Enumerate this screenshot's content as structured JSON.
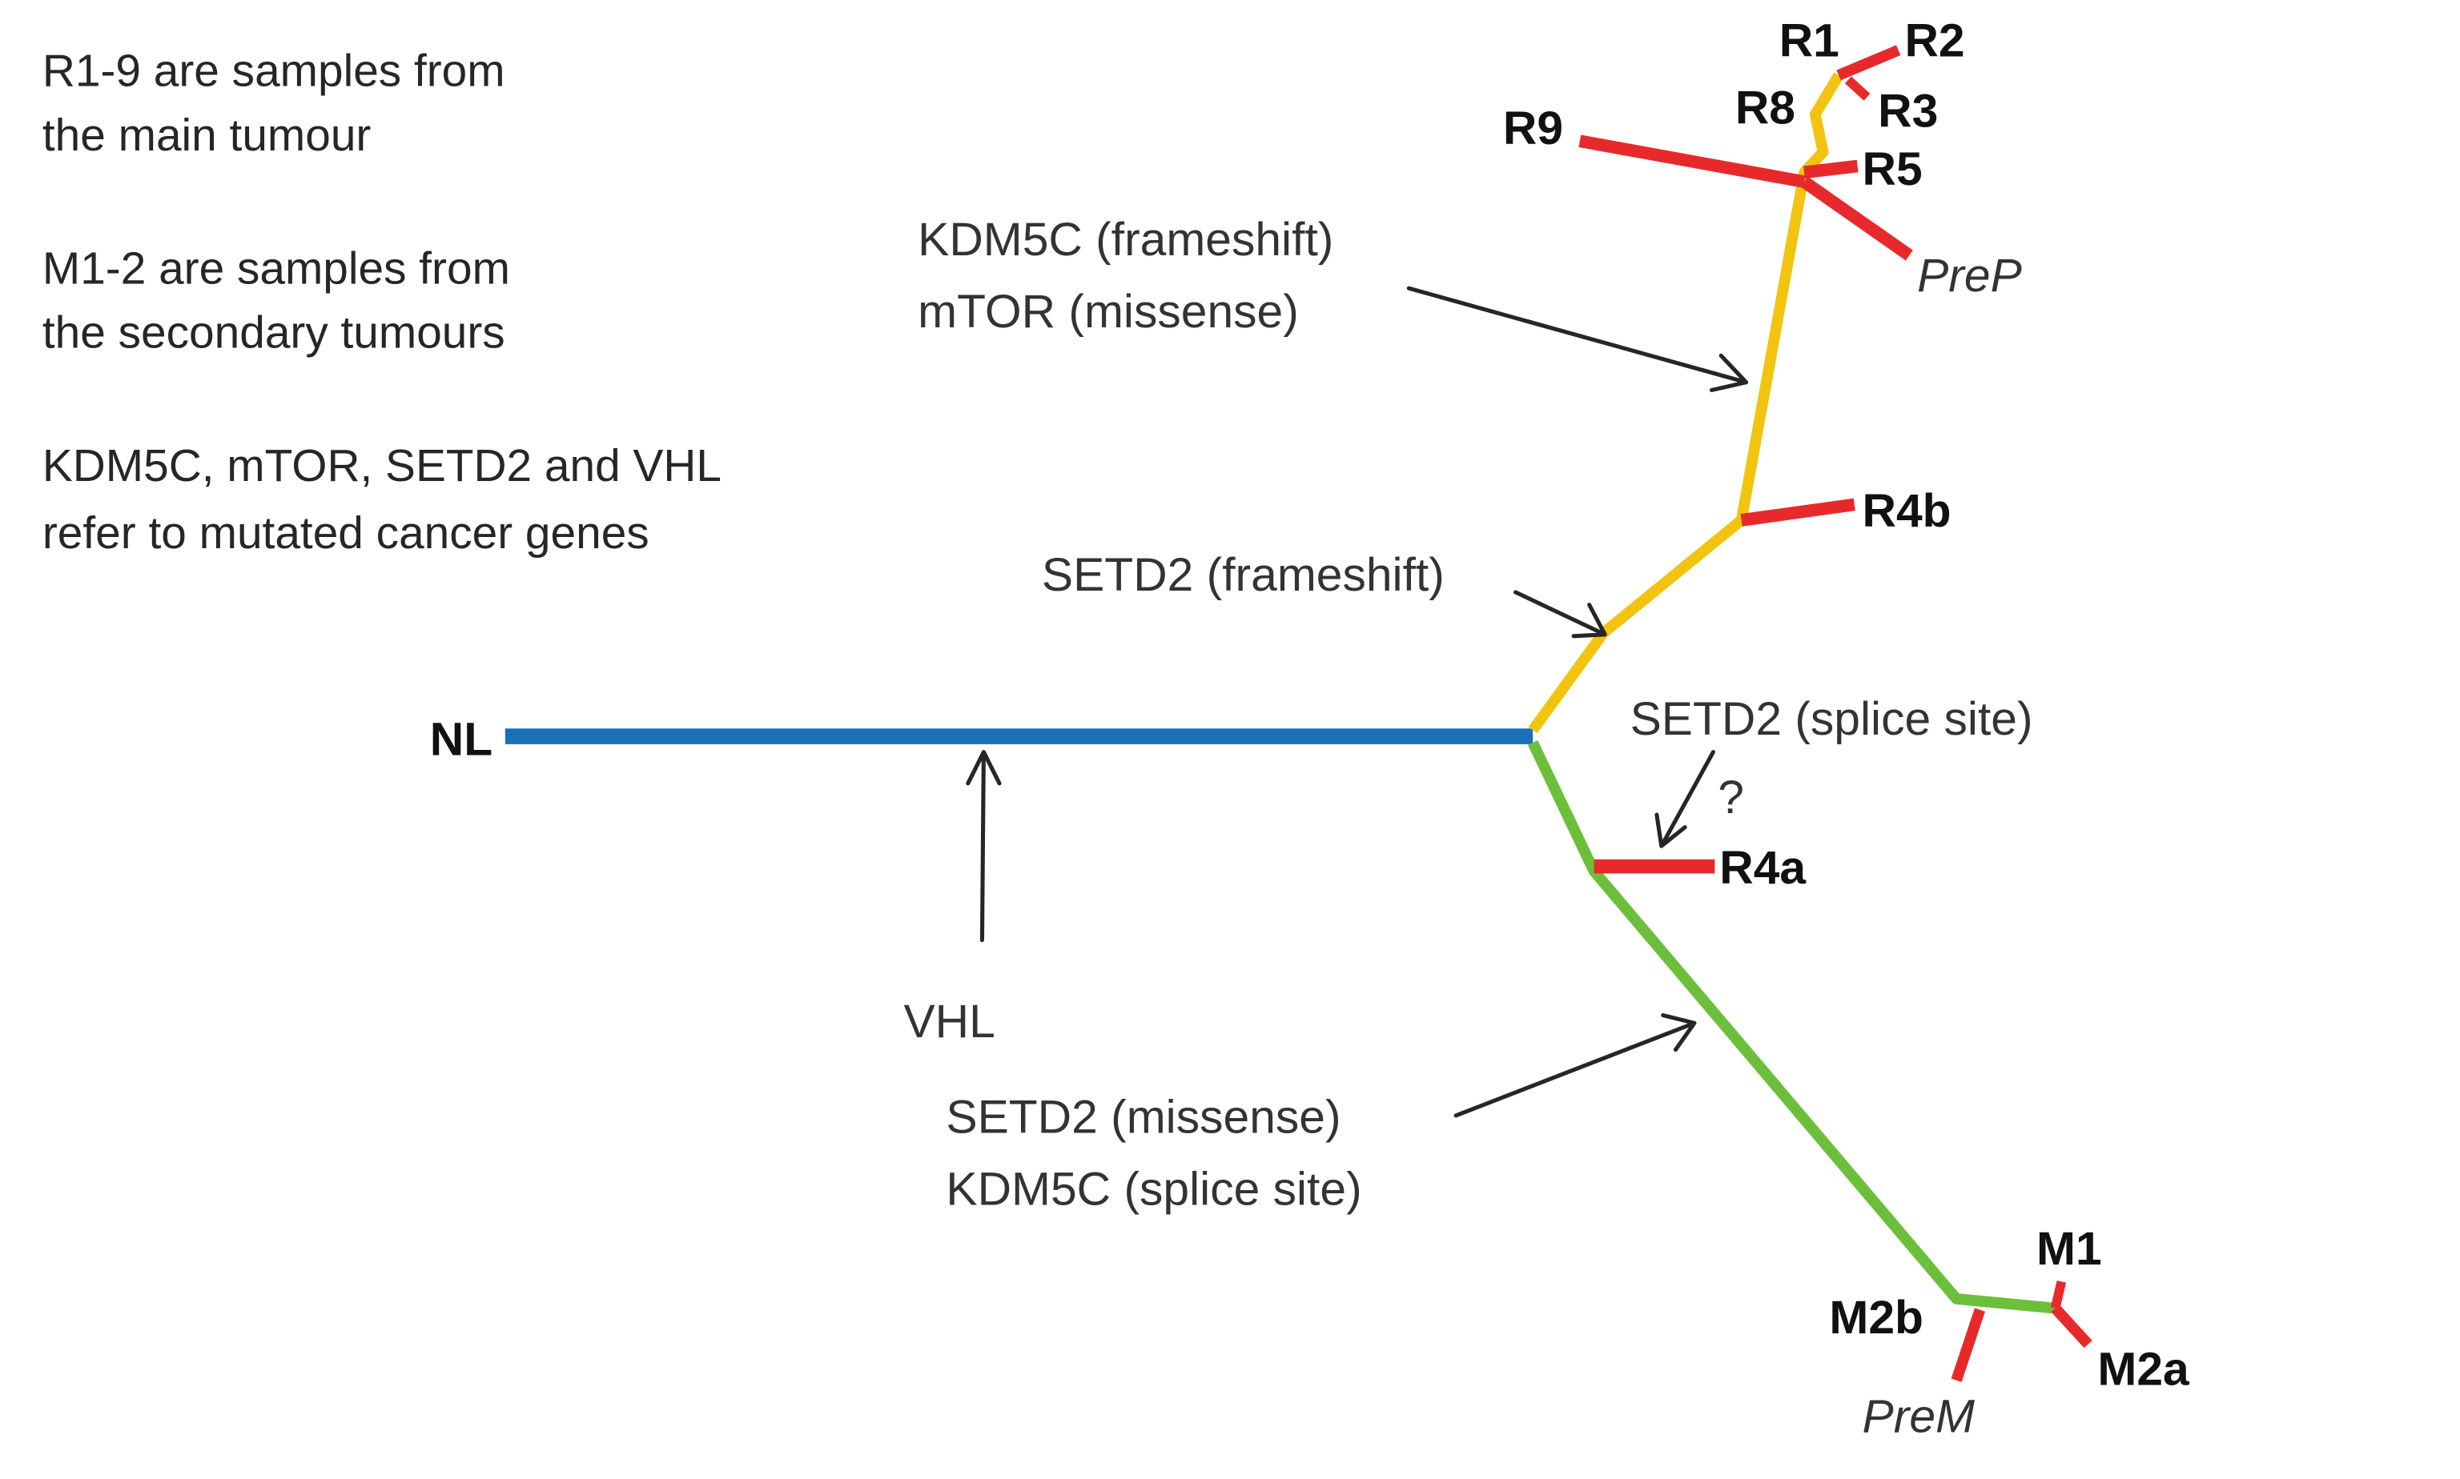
{
  "notes": [
    [
      "R1-9 are samples from",
      "the main tumour"
    ],
    [
      "M1-2 are samples from",
      "the secondary tumours"
    ],
    [
      "KDM5C, mTOR, SETD2 and VHL",
      "refer to mutated cancer genes"
    ]
  ],
  "colors": {
    "trunk": "#1a6fb5",
    "primary_branch": "#f2c40f",
    "metastatic_branch": "#6cbf3a",
    "private_leaf": "#e8292b",
    "text": "#262626"
  },
  "root_label": "NL",
  "leaf_labels": [
    "R1",
    "R2",
    "R3",
    "R8",
    "R9",
    "R5",
    "PreP",
    "R4b",
    "R4a",
    "M1",
    "M2b",
    "M2a",
    "PreM"
  ],
  "mutation_annotations": [
    {
      "gene_lines": [
        "VHL"
      ],
      "target": "trunk"
    },
    {
      "gene_lines": [
        "SETD2 (frameshift)"
      ],
      "target": "primary_branch"
    },
    {
      "gene_lines": [
        "KDM5C (frameshift)",
        "mTOR (missense)"
      ],
      "target": "primary_branch"
    },
    {
      "gene_lines": [
        "SETD2 (splice site)"
      ],
      "target": "R4a",
      "uncertain_marker": "?"
    },
    {
      "gene_lines": [
        "SETD2 (missense)",
        "KDM5C (splice site)"
      ],
      "target": "metastatic_branch"
    }
  ]
}
